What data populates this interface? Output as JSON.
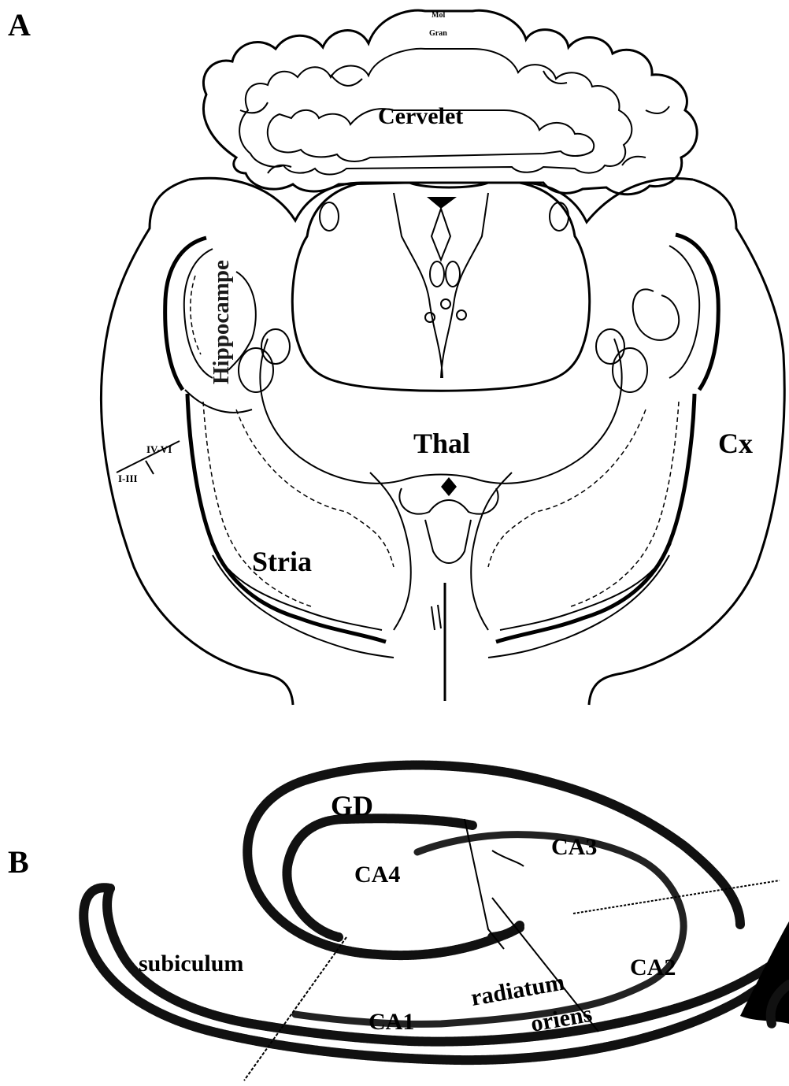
{
  "panels": {
    "a": {
      "letter": "A",
      "labels": {
        "cerebellum": "Cervelet",
        "molecular": "Mol",
        "granular": "Gran",
        "hippocampus": "Hippocampe",
        "thalamus": "Thal",
        "cortex": "Cx",
        "striatum": "Stria",
        "layers_deep": "IV-VI",
        "layers_superficial": "I-III"
      }
    },
    "b": {
      "letter": "B",
      "labels": {
        "dentate_gyrus": "GD",
        "ca4": "CA4",
        "ca3": "CA3",
        "ca2": "CA2",
        "ca1": "CA1",
        "subiculum": "subiculum",
        "radiatum": "radiatum",
        "oriens": "oriens"
      }
    }
  }
}
